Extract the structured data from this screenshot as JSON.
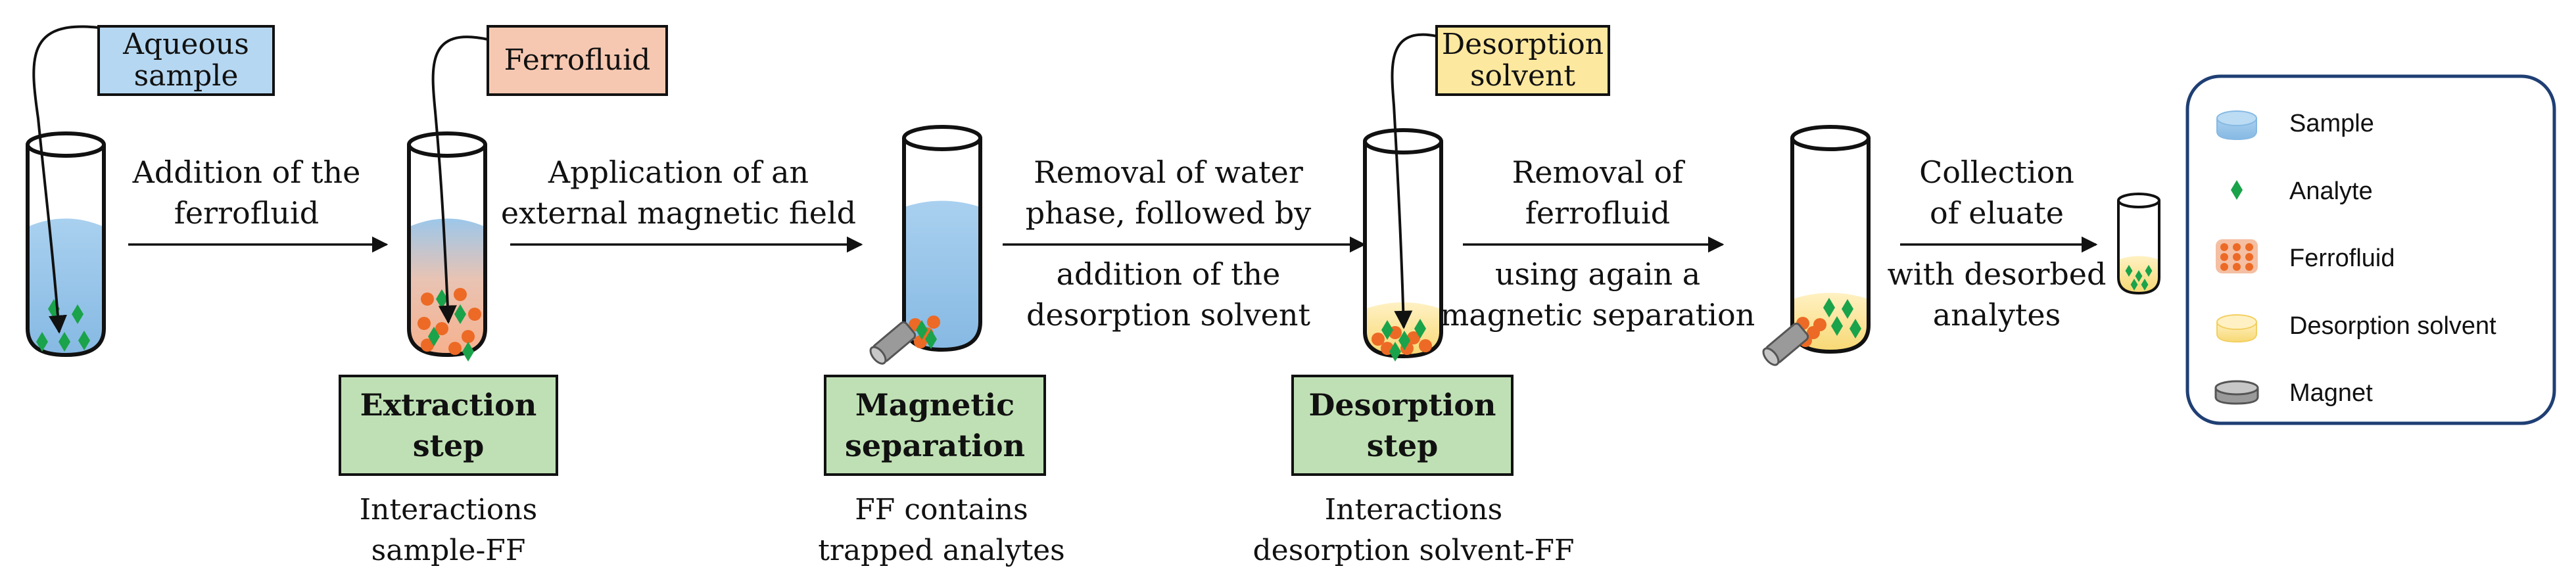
{
  "reagents": {
    "aqueous": [
      "Aqueous",
      "sample"
    ],
    "ferrofluid": "Ferrofluid",
    "desorption": [
      "Desorption",
      "solvent"
    ]
  },
  "arrows": {
    "a1": [
      "Addition of the",
      "ferrofluid"
    ],
    "a2": [
      "Application of an",
      "external magnetic field"
    ],
    "a3_top": [
      "Removal of water",
      "phase, followed by"
    ],
    "a3_bottom": [
      "addition of the",
      "desorption solvent"
    ],
    "a4_top": [
      "Removal of",
      "ferrofluid"
    ],
    "a4_bottom": [
      "using again a",
      "magnetic separation"
    ],
    "a5_top": [
      "Collection",
      "of eluate"
    ],
    "a5_bottom": [
      "with desorbed",
      "analytes"
    ]
  },
  "steps": [
    {
      "title": [
        "Extraction",
        "step"
      ],
      "caption": [
        "Interactions",
        "sample-FF"
      ]
    },
    {
      "title": [
        "Magnetic",
        "separation"
      ],
      "caption": [
        "FF contains",
        "trapped analytes"
      ]
    },
    {
      "title": [
        "Desorption",
        "step"
      ],
      "caption": [
        "Interactions",
        "desorption solvent-FF"
      ]
    }
  ],
  "legend": {
    "items": [
      "Sample",
      "Analyte",
      "Ferrofluid",
      "Desorption solvent",
      "Magnet"
    ]
  },
  "colors": {
    "sample_blue": "#9cc7ea",
    "ferrofluid_orange": "#f4bfa3",
    "particle_orange": "#ec6a25",
    "analyte_green": "#1aa34a",
    "desorption_yellow": "#fbe39a",
    "step_box_green": "#bfe0b4",
    "aqueous_label": "#b5d7f1",
    "ferrofluid_label": "#f7c8b1",
    "desorption_label": "#fde89f",
    "legend_border": "#1f3f74",
    "magnet_gray": "#9a9a9a"
  }
}
